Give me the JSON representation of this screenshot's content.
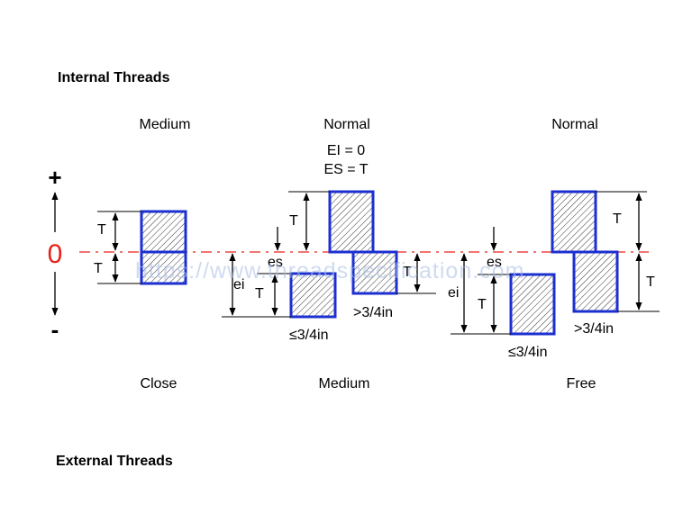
{
  "headings": {
    "internal": "Internal Threads",
    "external": "External Threads"
  },
  "axis": {
    "plus": "+",
    "zero": "0",
    "minus": "-"
  },
  "internal_classes": [
    "Medium",
    "Normal",
    "Normal"
  ],
  "external_classes": [
    "Close",
    "Medium",
    "Free"
  ],
  "formula": {
    "ei_line": "EI = 0",
    "es_line": "ES = T"
  },
  "labels": {
    "T": "T",
    "es": "es",
    "ei": "ei",
    "small_dia": "≤3/4in",
    "large_dia": ">3/4in"
  },
  "watermark": "https://www.threadspecification.com",
  "colors": {
    "zero_line": "#e8201a",
    "tolerance_box": "#1c2fd1",
    "watermark": "#a8bde6"
  }
}
